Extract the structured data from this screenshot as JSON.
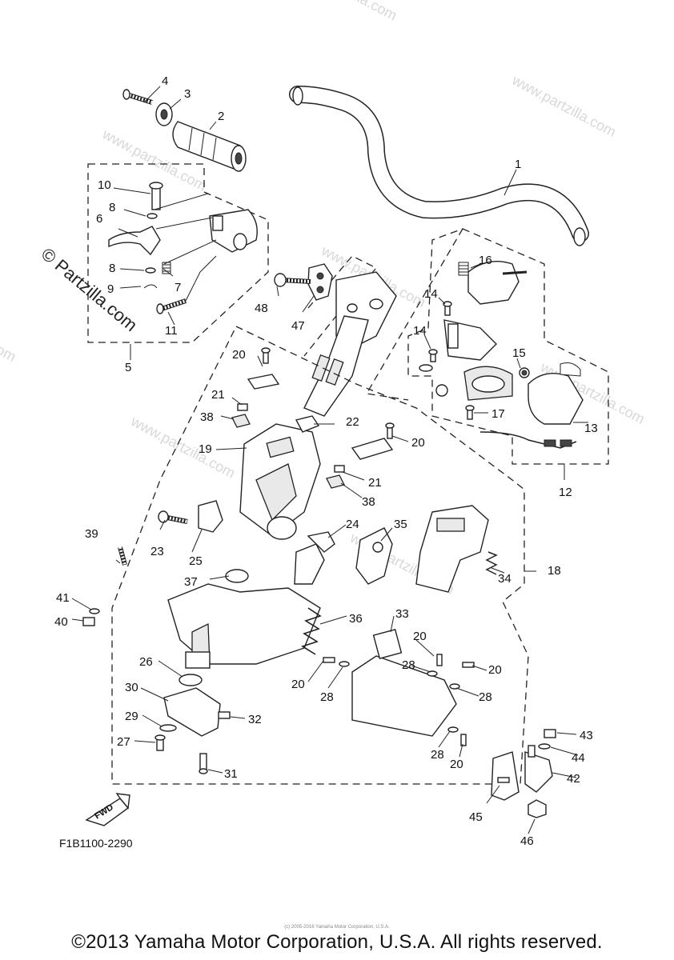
{
  "watermark": {
    "site": "www.partzilla.com",
    "vertical": "© Partzilla.com"
  },
  "diagram_code": "F1B1100-2290",
  "fwd_label": "FWD",
  "fine_print": "(c) 2005-2016 Yamaha Motor Corporation, U.S.A.",
  "copyright": "©2013 Yamaha Motor Corporation, U.S.A. All rights reserved.",
  "callouts": {
    "c1": "1",
    "c2": "2",
    "c3": "3",
    "c4": "4",
    "c5": "5",
    "c6": "6",
    "c7": "7",
    "c8a": "8",
    "c8b": "8",
    "c9": "9",
    "c10": "10",
    "c11": "11",
    "c12": "12",
    "c13": "13",
    "c14a": "14",
    "c14b": "14",
    "c15": "15",
    "c16": "16",
    "c17": "17",
    "c18": "18",
    "c19": "19",
    "c20a": "20",
    "c20b": "20",
    "c20c": "20",
    "c20d": "20",
    "c20e": "20",
    "c20f": "20",
    "c21a": "21",
    "c21b": "21",
    "c22": "22",
    "c23": "23",
    "c24": "24",
    "c25": "25",
    "c26": "26",
    "c27": "27",
    "c28a": "28",
    "c28b": "28",
    "c28c": "28",
    "c28d": "28",
    "c29": "29",
    "c30": "30",
    "c31": "31",
    "c32": "32",
    "c33": "33",
    "c34": "34",
    "c35": "35",
    "c36": "36",
    "c37": "37",
    "c38a": "38",
    "c38b": "38",
    "c39": "39",
    "c40": "40",
    "c41": "41",
    "c42": "42",
    "c43": "43",
    "c44": "44",
    "c45": "45",
    "c46": "46",
    "c47": "47",
    "c48": "48"
  }
}
